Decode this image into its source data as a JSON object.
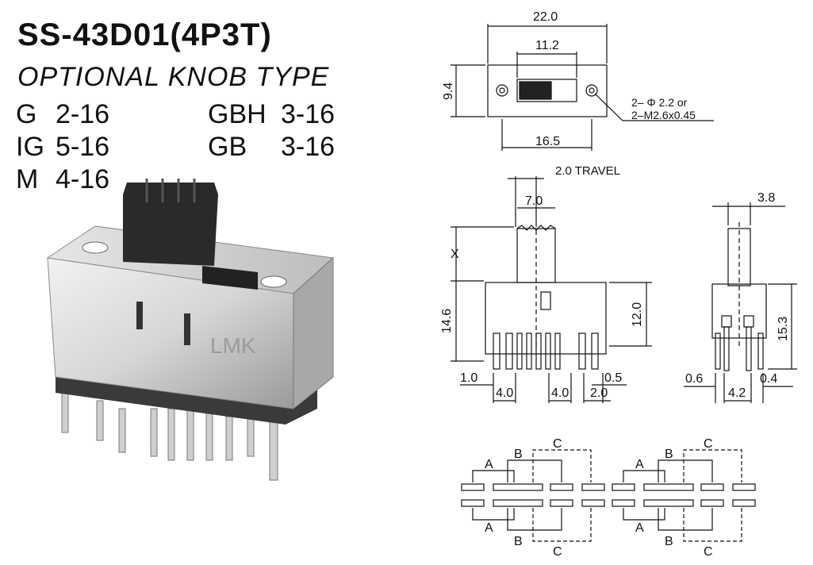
{
  "title": "SS-43D01(4P3T)",
  "subtitle": "OPTIONAL KNOB TYPE",
  "knob_options": [
    {
      "code": "G",
      "value": "2-16"
    },
    {
      "code": "IG",
      "value": "5-16"
    },
    {
      "code": "M",
      "value": "4-16"
    },
    {
      "code": "GBH",
      "value": "3-16"
    },
    {
      "code": "GB",
      "value": "3-16"
    }
  ],
  "photo": {
    "brand": "LMK"
  },
  "top_view": {
    "dim_width": "22.0",
    "dim_slot": "11.2",
    "dim_height": "9.4",
    "dim_holes": "16.5",
    "hole_note_1": "2– Φ 2.2  or",
    "hole_note_2": "2–M2.6x0.45"
  },
  "front_view": {
    "travel": "2.0  TRAVEL",
    "knob_width": "7.0",
    "knob_height": "X",
    "total_height": "14.6",
    "body_height": "12.0",
    "pin_offset": "1.0",
    "pin_pitch_1": "4.0",
    "pin_pitch_2": "4.0",
    "pin_end": "2.0",
    "pin_width": "0.5"
  },
  "side_view": {
    "knob_width": "3.8",
    "height": "15.3",
    "dim_left": "0.6",
    "dim_pitch": "4.2",
    "dim_right": "0.4"
  },
  "circuit": {
    "labels": [
      "A",
      "B",
      "C"
    ]
  }
}
